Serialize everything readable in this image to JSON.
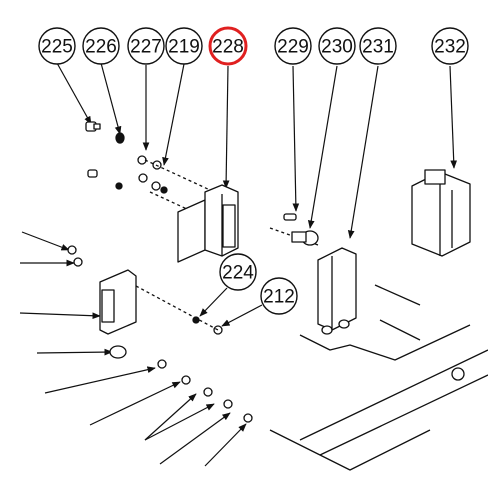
{
  "diagram": {
    "callouts": [
      {
        "id": "c225",
        "label": "225",
        "highlighted": false
      },
      {
        "id": "c226",
        "label": "226",
        "highlighted": false
      },
      {
        "id": "c227",
        "label": "227",
        "highlighted": false
      },
      {
        "id": "c219",
        "label": "219",
        "highlighted": false
      },
      {
        "id": "c228",
        "label": "228",
        "highlighted": true
      },
      {
        "id": "c229",
        "label": "229",
        "highlighted": false
      },
      {
        "id": "c230",
        "label": "230",
        "highlighted": false
      },
      {
        "id": "c231",
        "label": "231",
        "highlighted": false
      },
      {
        "id": "c232",
        "label": "232",
        "highlighted": false
      },
      {
        "id": "c224",
        "label": "224",
        "highlighted": false
      },
      {
        "id": "c212",
        "label": "212",
        "highlighted": false
      }
    ],
    "colors": {
      "line": "#111111",
      "highlight": "#e02020",
      "background": "#ffffff"
    }
  }
}
